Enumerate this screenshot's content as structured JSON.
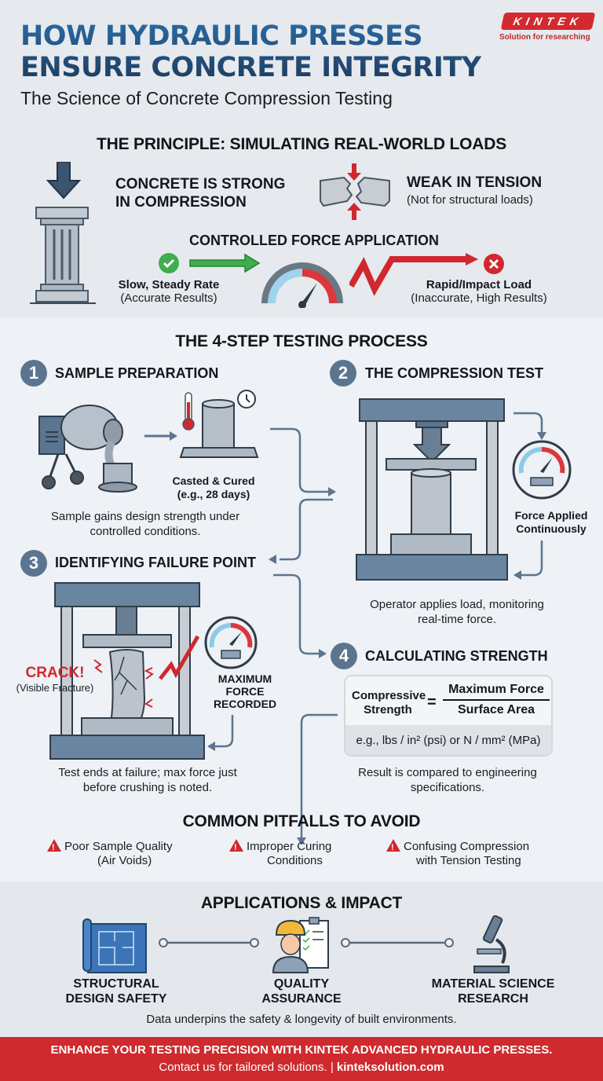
{
  "header": {
    "title_line1": "HOW HYDRAULIC PRESSES",
    "title_line2": "ENSURE CONCRETE INTEGRITY",
    "subtitle": "The Science of Concrete Compression Testing",
    "logo_text": "KINTEK",
    "logo_tagline": "Solution for researching"
  },
  "principle": {
    "heading": "THE PRINCIPLE: SIMULATING REAL-WORLD LOADS",
    "strong_line1": "CONCRETE IS STRONG",
    "strong_line2": "IN COMPRESSION",
    "weak_title": "WEAK IN TENSION",
    "weak_note": "(Not for structural loads)",
    "controlled_heading": "CONTROLLED FORCE APPLICATION",
    "good_label": "Slow, Steady Rate",
    "good_note": "(Accurate Results)",
    "bad_label": "Rapid/Impact Load",
    "bad_note": "(Inaccurate, High Results)"
  },
  "process": {
    "heading": "THE 4-STEP TESTING PROCESS",
    "steps": [
      {
        "number": "1",
        "title": "SAMPLE PREPARATION",
        "caption_line1": "Casted & Cured",
        "caption_line2": "(e.g., 28 days)",
        "description_line1": "Sample gains design strength under",
        "description_line2": "controlled conditions."
      },
      {
        "number": "2",
        "title": "THE COMPRESSION TEST",
        "caption_line1": "Force Applied",
        "caption_line2": "Continuously",
        "description_line1": "Operator applies load, monitoring",
        "description_line2": "real-time force."
      },
      {
        "number": "3",
        "title": "IDENTIFYING FAILURE POINT",
        "crack_label": "CRACK!",
        "crack_note": "(Visible Fracture)",
        "caption_line1": "MAXIMUM",
        "caption_line2": "FORCE",
        "caption_line3": "RECORDED",
        "description_line1": "Test ends at failure; max force just",
        "description_line2": "before crushing is noted."
      },
      {
        "number": "4",
        "title": "CALCULATING STRENGTH",
        "formula_lhs_line1": "Compressive",
        "formula_lhs_line2": "Strength",
        "formula_equals": "=",
        "formula_numerator": "Maximum Force",
        "formula_denominator": "Surface Area",
        "formula_units": "e.g., lbs / in² (psi) or N / mm² (MPa)",
        "description_line1": "Result is compared to engineering",
        "description_line2": "specifications."
      }
    ]
  },
  "pitfalls": {
    "heading": "COMMON PITFALLS TO AVOID",
    "items": [
      {
        "line1": "Poor Sample Quality",
        "line2": "(Air Voids)"
      },
      {
        "line1": "Improper Curing",
        "line2": "Conditions"
      },
      {
        "line1": "Confusing Compression",
        "line2": "with Tension Testing"
      }
    ]
  },
  "applications": {
    "heading": "APPLICATIONS & IMPACT",
    "items": [
      {
        "line1": "STRUCTURAL",
        "line2": "DESIGN SAFETY",
        "icon": "blueprint-icon"
      },
      {
        "line1": "QUALITY",
        "line2": "ASSURANCE",
        "icon": "inspector-icon"
      },
      {
        "line1": "MATERIAL SCIENCE",
        "line2": "RESEARCH",
        "icon": "microscope-icon"
      }
    ],
    "summary": "Data underpins the safety & longevity of built environments."
  },
  "footer": {
    "cta": "ENHANCE YOUR TESTING PRECISION WITH KINTEK ADVANCED HYDRAULIC PRESSES.",
    "contact": "Contact us for tailored solutions. |",
    "website": "kinteksolution.com"
  },
  "colors": {
    "title_blue": "#2a6aa3",
    "steel": "#5b7590",
    "alert_red": "#d0282e",
    "success_green": "#3fae4e",
    "footer_red": "#cf2a2e"
  }
}
